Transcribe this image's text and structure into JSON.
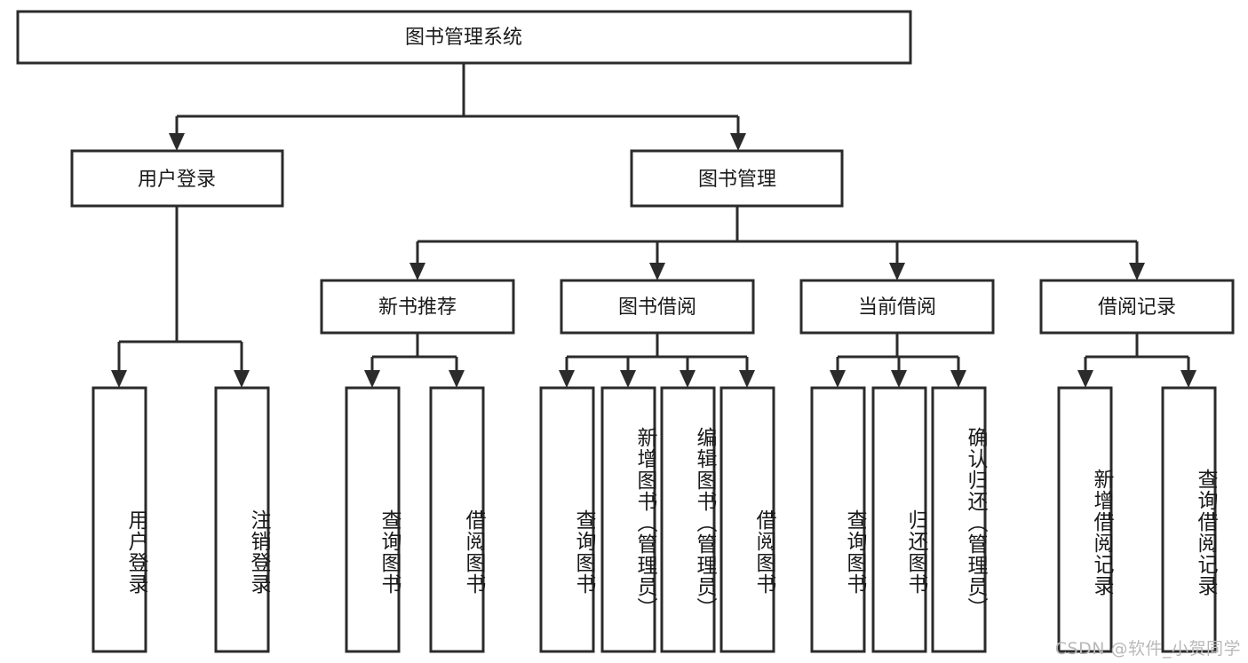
{
  "diagram": {
    "type": "tree-hierarchy",
    "title": "图书管理系统",
    "watermark": "CSDN @软件_小贺同学",
    "colors": {
      "node_fill": "#ffffff",
      "node_stroke": "#2b2b2b",
      "connector": "#2b2b2b",
      "text": "#1a1a1a",
      "watermark": "#b9b9b9",
      "background": "#ffffff"
    },
    "root": {
      "label": "图书管理系统"
    },
    "level2": [
      {
        "label": "用户登录"
      },
      {
        "label": "图书管理"
      }
    ],
    "level3": [
      {
        "label": "新书推荐"
      },
      {
        "label": "图书借阅"
      },
      {
        "label": "当前借阅"
      },
      {
        "label": "借阅记录"
      }
    ],
    "leaves": {
      "user_login": [
        {
          "label": "用户登录"
        },
        {
          "label": "注销登录"
        }
      ],
      "new_book_recommend": [
        {
          "label": "查询图书"
        },
        {
          "label": "借阅图书"
        }
      ],
      "book_borrow": [
        {
          "label": "查询图书"
        },
        {
          "label": "新增图书（管理员）"
        },
        {
          "label": "编辑图书（管理员）"
        },
        {
          "label": "借阅图书"
        }
      ],
      "current_borrow": [
        {
          "label": "查询图书"
        },
        {
          "label": "归还图书"
        },
        {
          "label": "确认归还（管理员）"
        }
      ],
      "borrow_record": [
        {
          "label": "新增借阅记录"
        },
        {
          "label": "查询借阅记录"
        }
      ]
    }
  }
}
